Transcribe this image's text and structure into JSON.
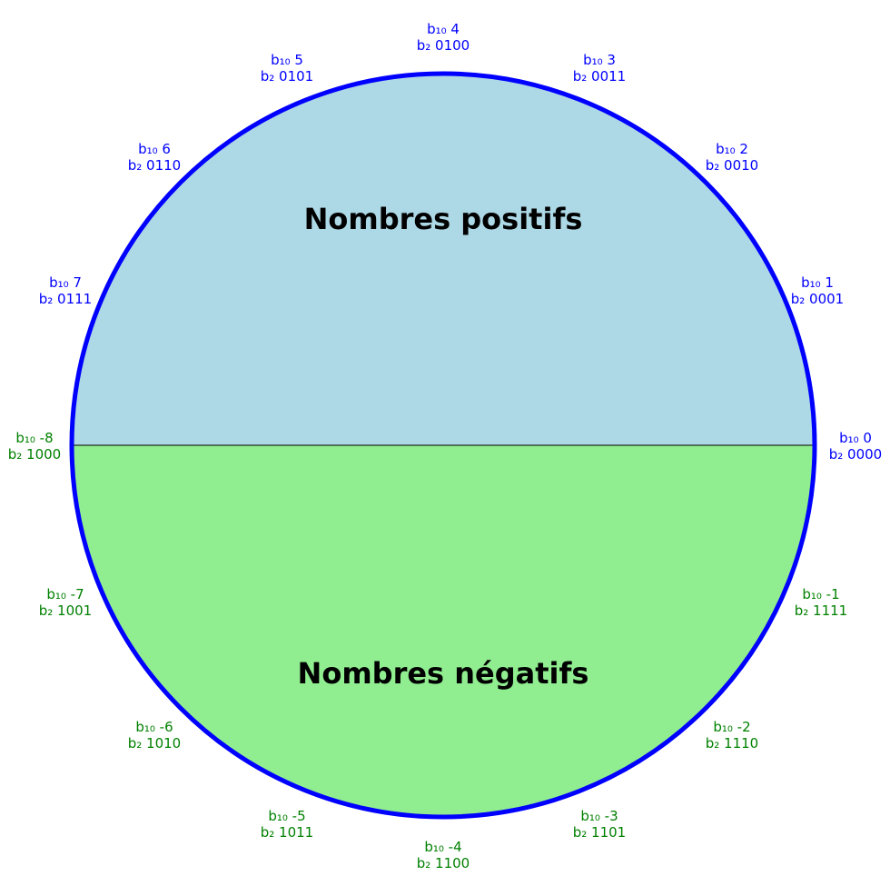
{
  "diagram": {
    "positive_title": "Nombres positifs",
    "negative_title": "Nombres négatifs",
    "colors": {
      "positive_fill": "#add8e6",
      "negative_fill": "#90ee90",
      "circle_stroke": "#0000ff",
      "divider": "#000000",
      "positive_text": "#0000ff",
      "negative_text": "#008000"
    },
    "points": [
      {
        "id": "0",
        "decimal": "b₁₀ 0",
        "binary": "b₂ 0000",
        "sign": "positive"
      },
      {
        "id": "1",
        "decimal": "b₁₀ 1",
        "binary": "b₂ 0001",
        "sign": "positive"
      },
      {
        "id": "2",
        "decimal": "b₁₀ 2",
        "binary": "b₂ 0010",
        "sign": "positive"
      },
      {
        "id": "3",
        "decimal": "b₁₀ 3",
        "binary": "b₂ 0011",
        "sign": "positive"
      },
      {
        "id": "4",
        "decimal": "b₁₀ 4",
        "binary": "b₂ 0100",
        "sign": "positive"
      },
      {
        "id": "5",
        "decimal": "b₁₀ 5",
        "binary": "b₂ 0101",
        "sign": "positive"
      },
      {
        "id": "6",
        "decimal": "b₁₀ 6",
        "binary": "b₂ 0110",
        "sign": "positive"
      },
      {
        "id": "7",
        "decimal": "b₁₀ 7",
        "binary": "b₂ 0111",
        "sign": "positive"
      },
      {
        "id": "m8",
        "decimal": "b₁₀ -8",
        "binary": "b₂ 1000",
        "sign": "negative"
      },
      {
        "id": "m7",
        "decimal": "b₁₀ -7",
        "binary": "b₂ 1001",
        "sign": "negative"
      },
      {
        "id": "m6",
        "decimal": "b₁₀ -6",
        "binary": "b₂ 1010",
        "sign": "negative"
      },
      {
        "id": "m5",
        "decimal": "b₁₀ -5",
        "binary": "b₂ 1011",
        "sign": "negative"
      },
      {
        "id": "m4",
        "decimal": "b₁₀ -4",
        "binary": "b₂ 1100",
        "sign": "negative"
      },
      {
        "id": "m3",
        "decimal": "b₁₀ -3",
        "binary": "b₂ 1101",
        "sign": "negative"
      },
      {
        "id": "m2",
        "decimal": "b₁₀ -2",
        "binary": "b₂ 1110",
        "sign": "negative"
      },
      {
        "id": "m1",
        "decimal": "b₁₀ -1",
        "binary": "b₂ 1111",
        "sign": "negative"
      }
    ]
  }
}
